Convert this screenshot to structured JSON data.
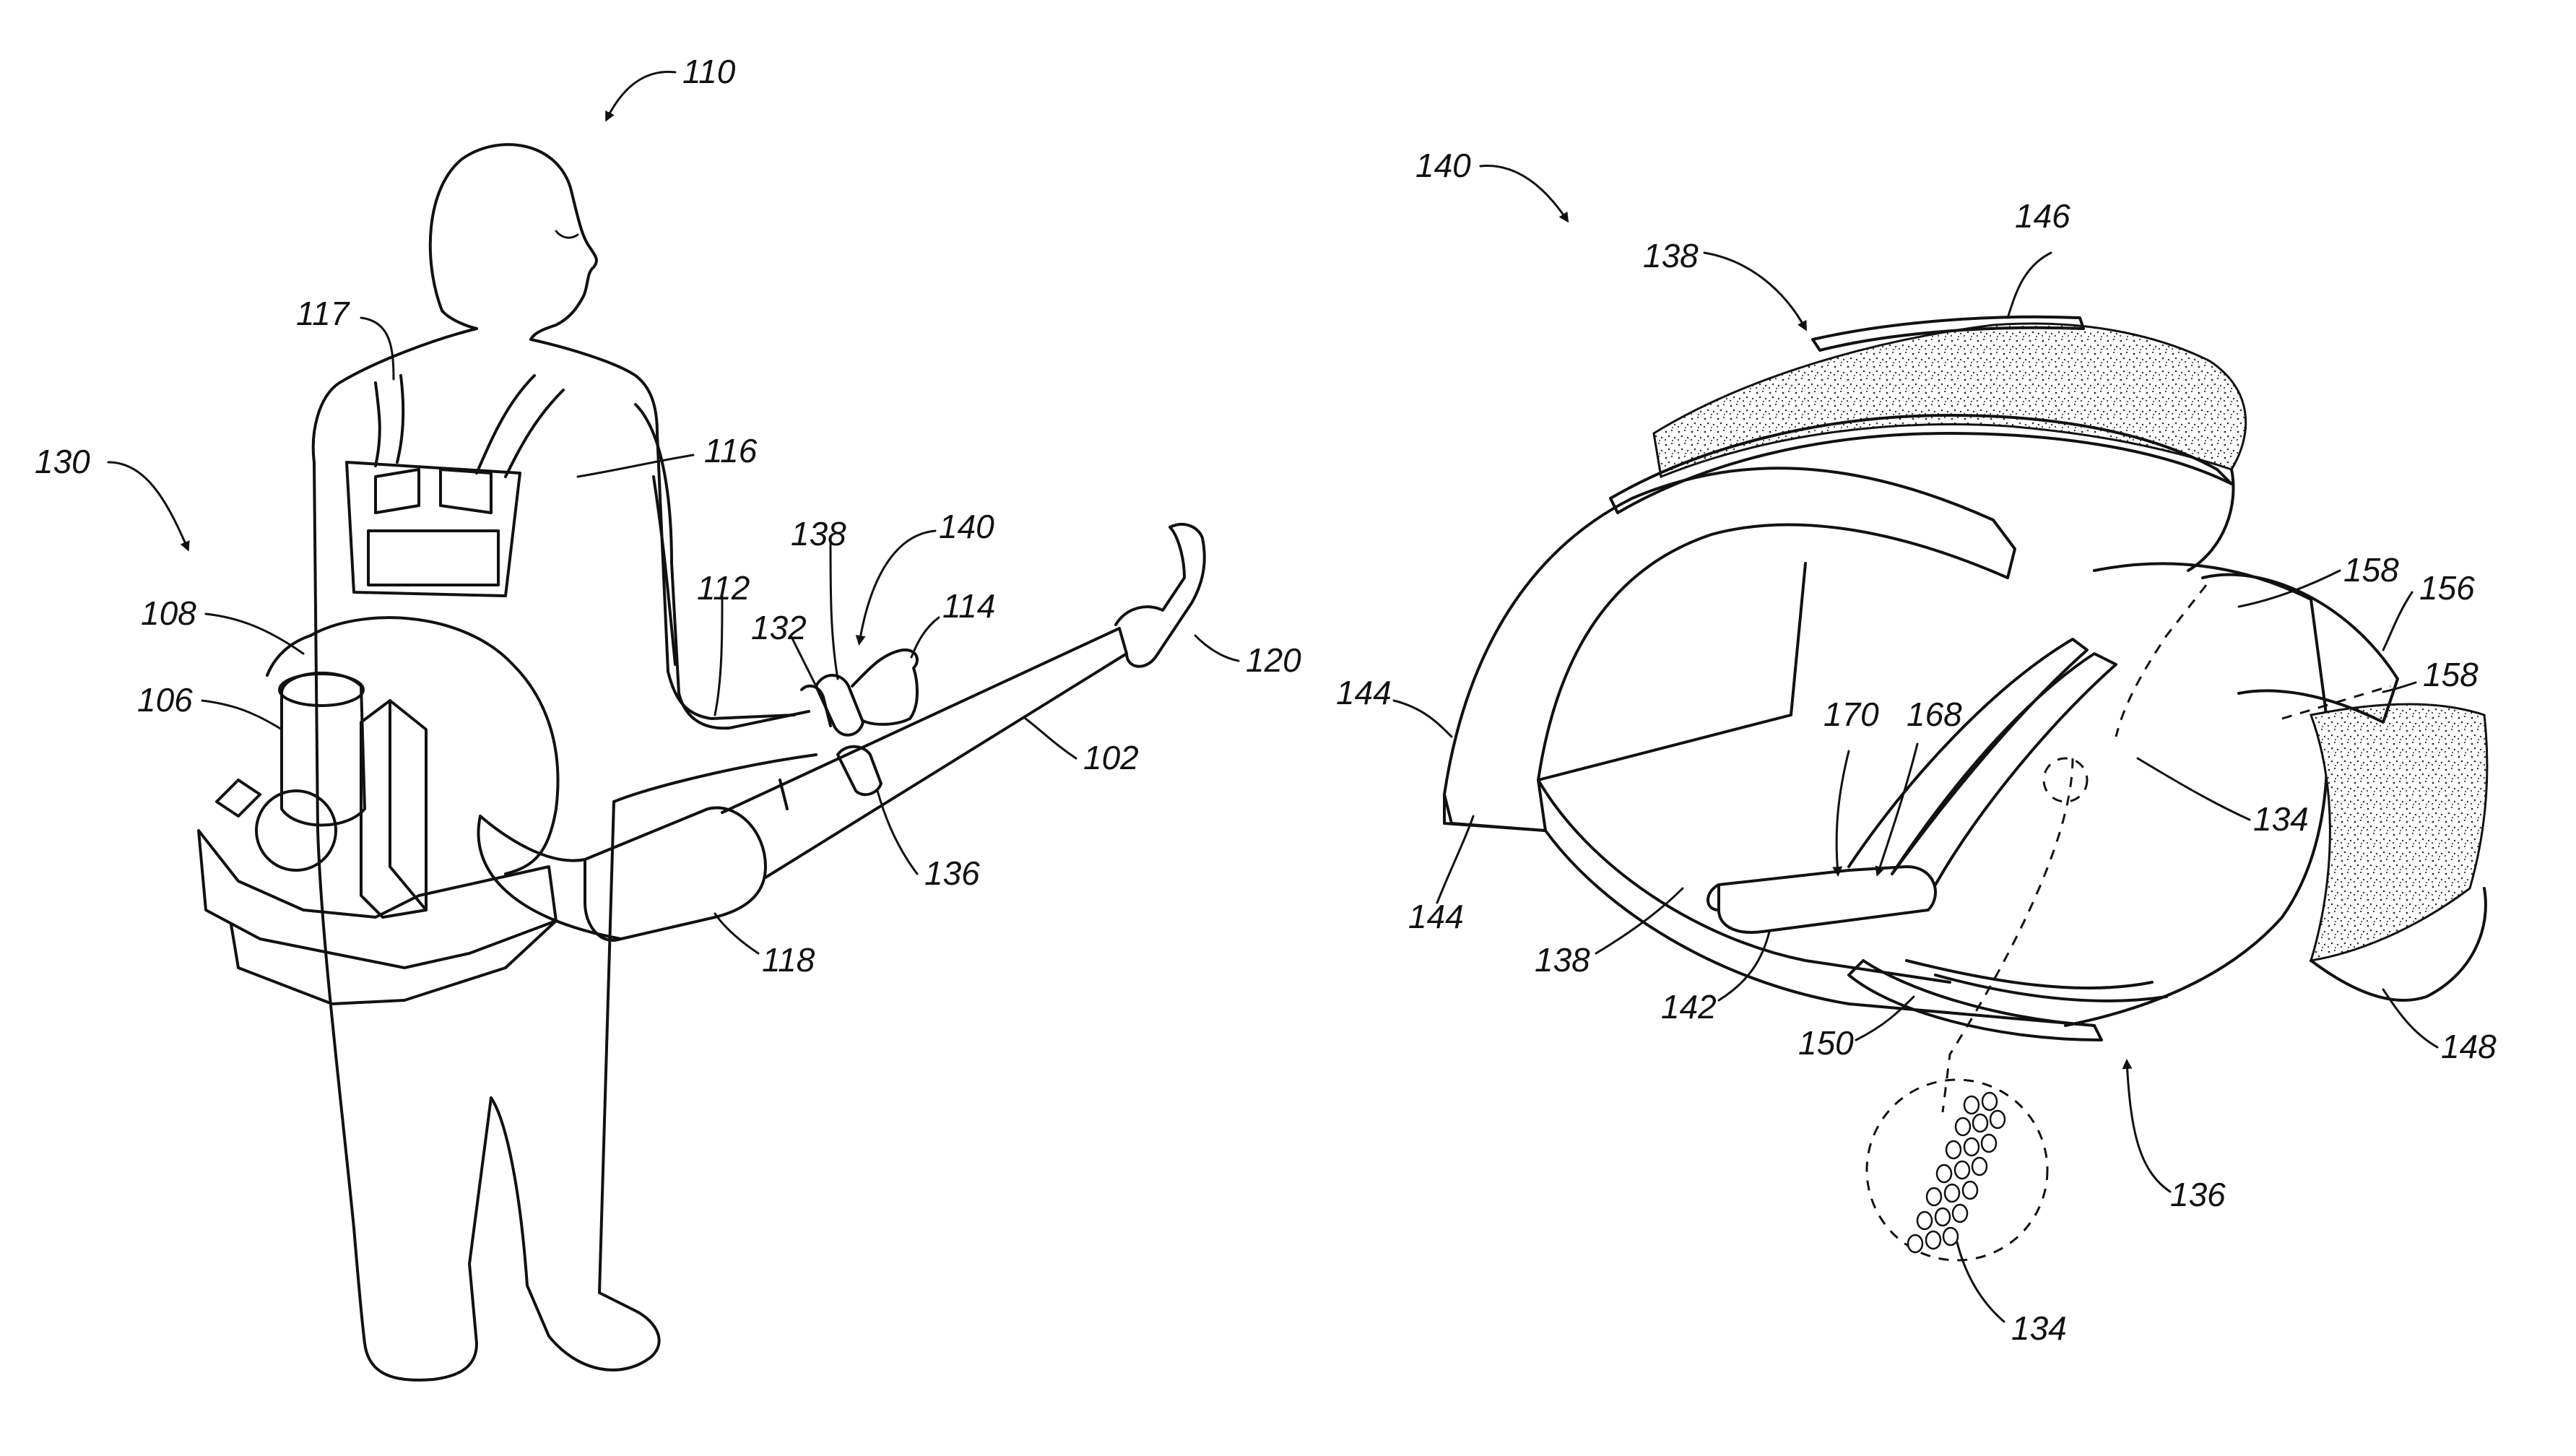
{
  "labels": {
    "r110": "110",
    "r130": "130",
    "r117": "117",
    "r116": "116",
    "r108": "108",
    "r106": "106",
    "r112": "112",
    "r132": "132",
    "r138a": "138",
    "r140a": "140",
    "r114": "114",
    "r120": "120",
    "r102": "102",
    "r136a": "136",
    "r118": "118",
    "r140b": "140",
    "r138b": "138",
    "r146": "146",
    "r144a": "144",
    "r144b": "144",
    "r138c": "138",
    "r142": "142",
    "r150": "150",
    "r170": "170",
    "r168": "168",
    "r158a": "158",
    "r156": "156",
    "r158b": "158",
    "r134a": "134",
    "r148": "148",
    "r136b": "136",
    "r134b": "134"
  }
}
